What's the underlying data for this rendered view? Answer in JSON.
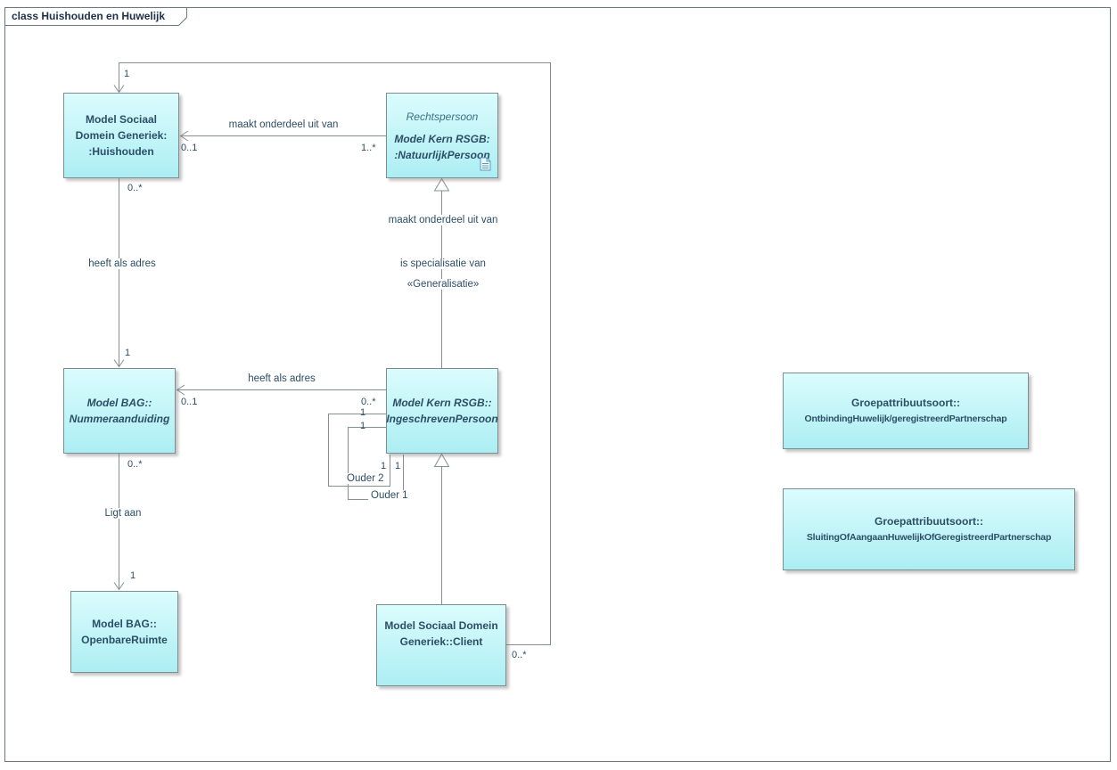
{
  "frame": {
    "title": "class Huishouden en Huwelijk"
  },
  "classes": {
    "huishouden": {
      "name_line1": "Model Sociaal",
      "name_line2": "Domein Generiek:",
      "name_line3": ":Huishouden"
    },
    "natuurlijk_persoon": {
      "stereotype": "Rechtspersoon",
      "name_line1": "Model Kern RSGB:",
      "name_line2": ":NatuurlijkPersoon"
    },
    "nummeraanduiding": {
      "name_line1": "Model BAG::",
      "name_line2": "Nummeraanduiding"
    },
    "ingeschreven_persoon": {
      "name_line1": "Model Kern RSGB::",
      "name_line2": "IngeschrevenPersoon"
    },
    "openbare_ruimte": {
      "name_line1": "Model BAG::",
      "name_line2": "OpenbareRuimte"
    },
    "client": {
      "name_line1": "Model Sociaal Domein",
      "name_line2": "Generiek::Client"
    },
    "ontbinding": {
      "name_line1": "Groepattribuutsoort::",
      "name_line2": "OntbindingHuwelijk/geregistreerdPartnerschap"
    },
    "sluiting": {
      "name_line1": "Groepattribuutsoort::",
      "name_line2": "SluitingOfAangaanHuwelijkOfGeregistreerdPartnerschap"
    }
  },
  "connectors": {
    "maakt_onderdeel_uit_van_top": "maakt onderdeel uit van",
    "maakt_onderdeel_uit_van_mid": "maakt onderdeel uit van",
    "is_specialisatie_van": "is specialisatie van",
    "generalisatie_stereotype": "«Generalisatie»",
    "heeft_als_adres_left": "heeft als adres",
    "heeft_als_adres_mid": "heeft als adres",
    "ligt_aan": "Ligt aan",
    "ouder1": "Ouder 1",
    "ouder2": "Ouder 2"
  },
  "multiplicities": {
    "huishouden_top": "1",
    "client_side": "0..*",
    "huishouden_np_side": "0..1",
    "np_side": "1..*",
    "huishouden_bottom": "0..*",
    "nummer_top": "1",
    "nummer_ip_side": "0..1",
    "ip_adres_side": "0..*",
    "ouder2_left": "1",
    "ouder1_left": "1",
    "ouder2_bottom": "1",
    "ouder1_bottom": "1",
    "nummer_bottom": "0..*",
    "openbare_top": "1"
  },
  "colors": {
    "class_fill": "#bff3f6",
    "class_border": "#7b8f91",
    "connector": "#878f91",
    "text": "#2c4e66"
  }
}
